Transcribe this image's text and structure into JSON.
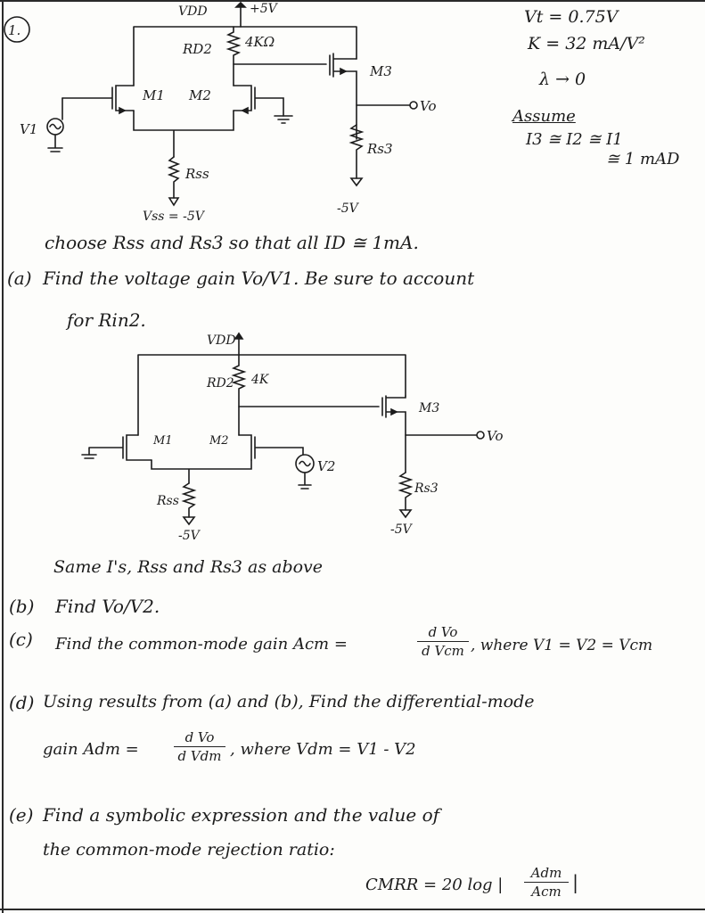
{
  "problem_number": "1.",
  "circuit1": {
    "vdd": "VDD",
    "vdd_value": "+5V",
    "rd2": "RD2",
    "rd2_value": "4KΩ",
    "m1": "M1",
    "m2": "M2",
    "m3": "M3",
    "v1": "V1",
    "vo": "Vo",
    "rss": "Rss",
    "rs3": "Rs3",
    "vss": "Vss = -5V",
    "minus5": "-5V"
  },
  "params": {
    "vt": "Vt = 0.75V",
    "k": "K = 32 mA/V²",
    "lambda": "λ → 0",
    "assume": "Assume",
    "currents": "I3 ≅ I2 ≅ I1",
    "current_value": "≅ 1 mAD"
  },
  "text": {
    "choose": "choose Rss and Rs3 so that all ID ≅ 1mA.",
    "part_a_label": "(a)",
    "part_a": "Find the voltage gain Vo/V1. Be sure to account",
    "part_a_cont": "for Rin2.",
    "same": "Same I's, Rss and Rs3 as above",
    "part_b_label": "(b)",
    "part_b": "Find Vo/V2.",
    "part_c_label": "(c)",
    "part_c": "Find the common-mode gain Acm =",
    "part_c_num": "d Vo",
    "part_c_den": "d Vcm",
    "part_c_rest": ", where V1 = V2 = Vcm",
    "part_d_label": "(d)",
    "part_d": "Using results from (a) and (b), Find the differential-mode",
    "part_d_gain": "gain Adm =",
    "part_d_num": "d Vo",
    "part_d_den": "d Vdm",
    "part_d_rest": ", where Vdm = V1 - V2",
    "part_e_label": "(e)",
    "part_e": "Find a symbolic expression and the value of",
    "part_e_cont": "the common-mode rejection ratio:",
    "cmrr": "CMRR = 20 log |",
    "cmrr_num": "Adm",
    "cmrr_den": "Acm",
    "cmrr_end": "|"
  },
  "circuit2": {
    "vdd": "VDD",
    "rd2": "RD2",
    "rd2_value": "4K",
    "m1": "M1",
    "m2": "M2",
    "m3": "M3",
    "v2": "V2",
    "vo": "Vo",
    "rss": "Rss",
    "rs3": "Rs3",
    "minus5_left": "-5V",
    "minus5_right": "-5V"
  }
}
